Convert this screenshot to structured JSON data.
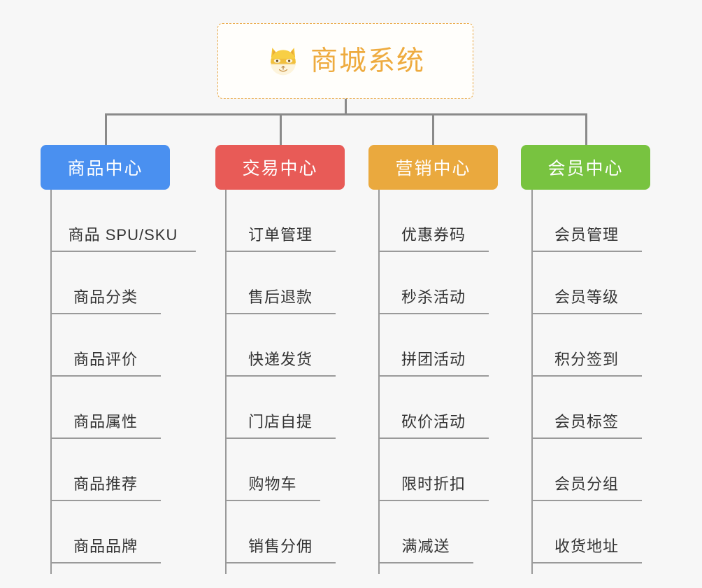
{
  "diagram": {
    "type": "mind-map",
    "background_color": "#f7f7f7",
    "root": {
      "title": "商城系统",
      "icon": "shiba-dog-face-icon",
      "text_color": "#eeab3f",
      "border_color": "#e9a845",
      "background_color": "#fffefb"
    },
    "branches": [
      {
        "label": "商品中心",
        "color": "#4a90f0",
        "items": [
          "商品 SPU/SKU",
          "商品分类",
          "商品评价",
          "商品属性",
          "商品推荐",
          "商品品牌"
        ]
      },
      {
        "label": "交易中心",
        "color": "#e85b57",
        "items": [
          "订单管理",
          "售后退款",
          "快递发货",
          "门店自提",
          "购物车",
          "销售分佣"
        ]
      },
      {
        "label": "营销中心",
        "color": "#eaa93e",
        "items": [
          "优惠券码",
          "秒杀活动",
          "拼团活动",
          "砍价活动",
          "限时折扣",
          "满减送"
        ]
      },
      {
        "label": "会员中心",
        "color": "#78c340",
        "items": [
          "会员管理",
          "会员等级",
          "积分签到",
          "会员标签",
          "会员分组",
          "收货地址"
        ]
      }
    ],
    "connector_color": "#8a8a8a",
    "leaf_rule_color": "#9a9a9a",
    "leaf_text_color": "#333333"
  }
}
